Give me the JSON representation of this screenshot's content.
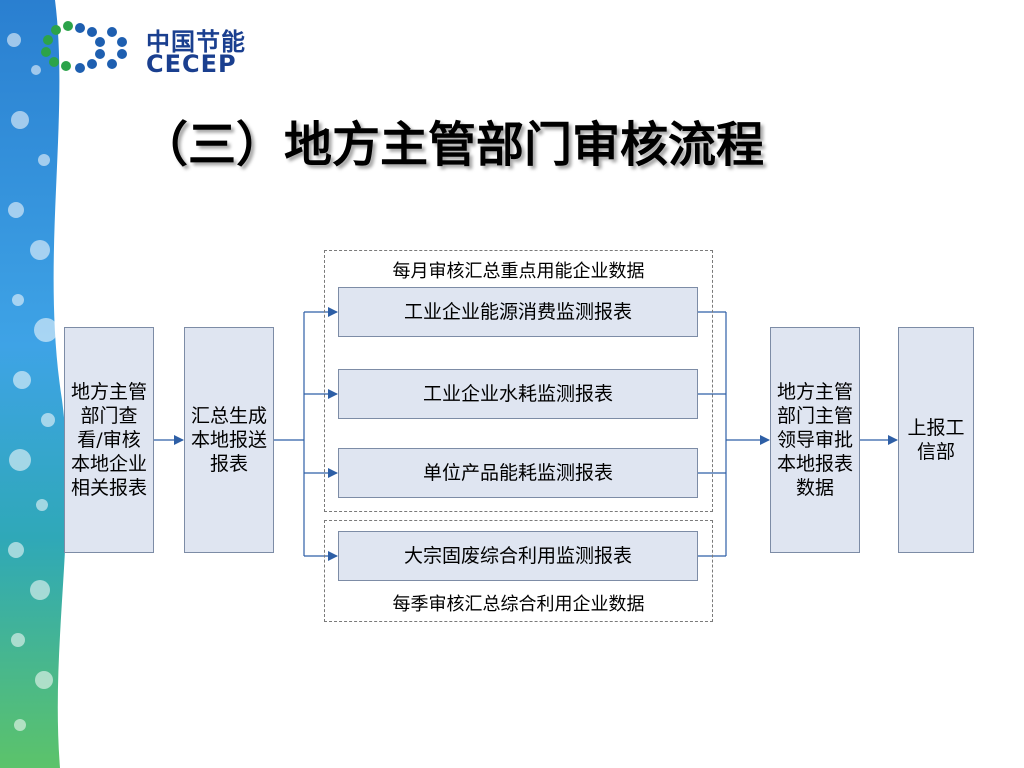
{
  "slide": {
    "title": "（三）地方主管部门审核流程",
    "logo": {
      "cn": "中国节能",
      "en": "CECEP"
    }
  },
  "diagram": {
    "step1": "地方主管部门查看/审核本地企业相关报表",
    "step2": "汇总生成本地报送报表",
    "monthly_group_label": "每月审核汇总重点用能企业数据",
    "quarterly_group_label": "每季审核汇总综合利用企业数据",
    "reports": [
      "工业企业能源消费监测报表",
      "工业企业水耗监测报表",
      "单位产品能耗监测报表",
      "大宗固废综合利用监测报表"
    ],
    "step3": "地方主管部门主管领导审批本地报表数据",
    "step4": "上报工信部"
  },
  "colors": {
    "box_fill": "#dfe5f1",
    "box_border": "#7d8ca6",
    "arrow": "#2e5fa6",
    "logo": "#1a3f8f"
  }
}
